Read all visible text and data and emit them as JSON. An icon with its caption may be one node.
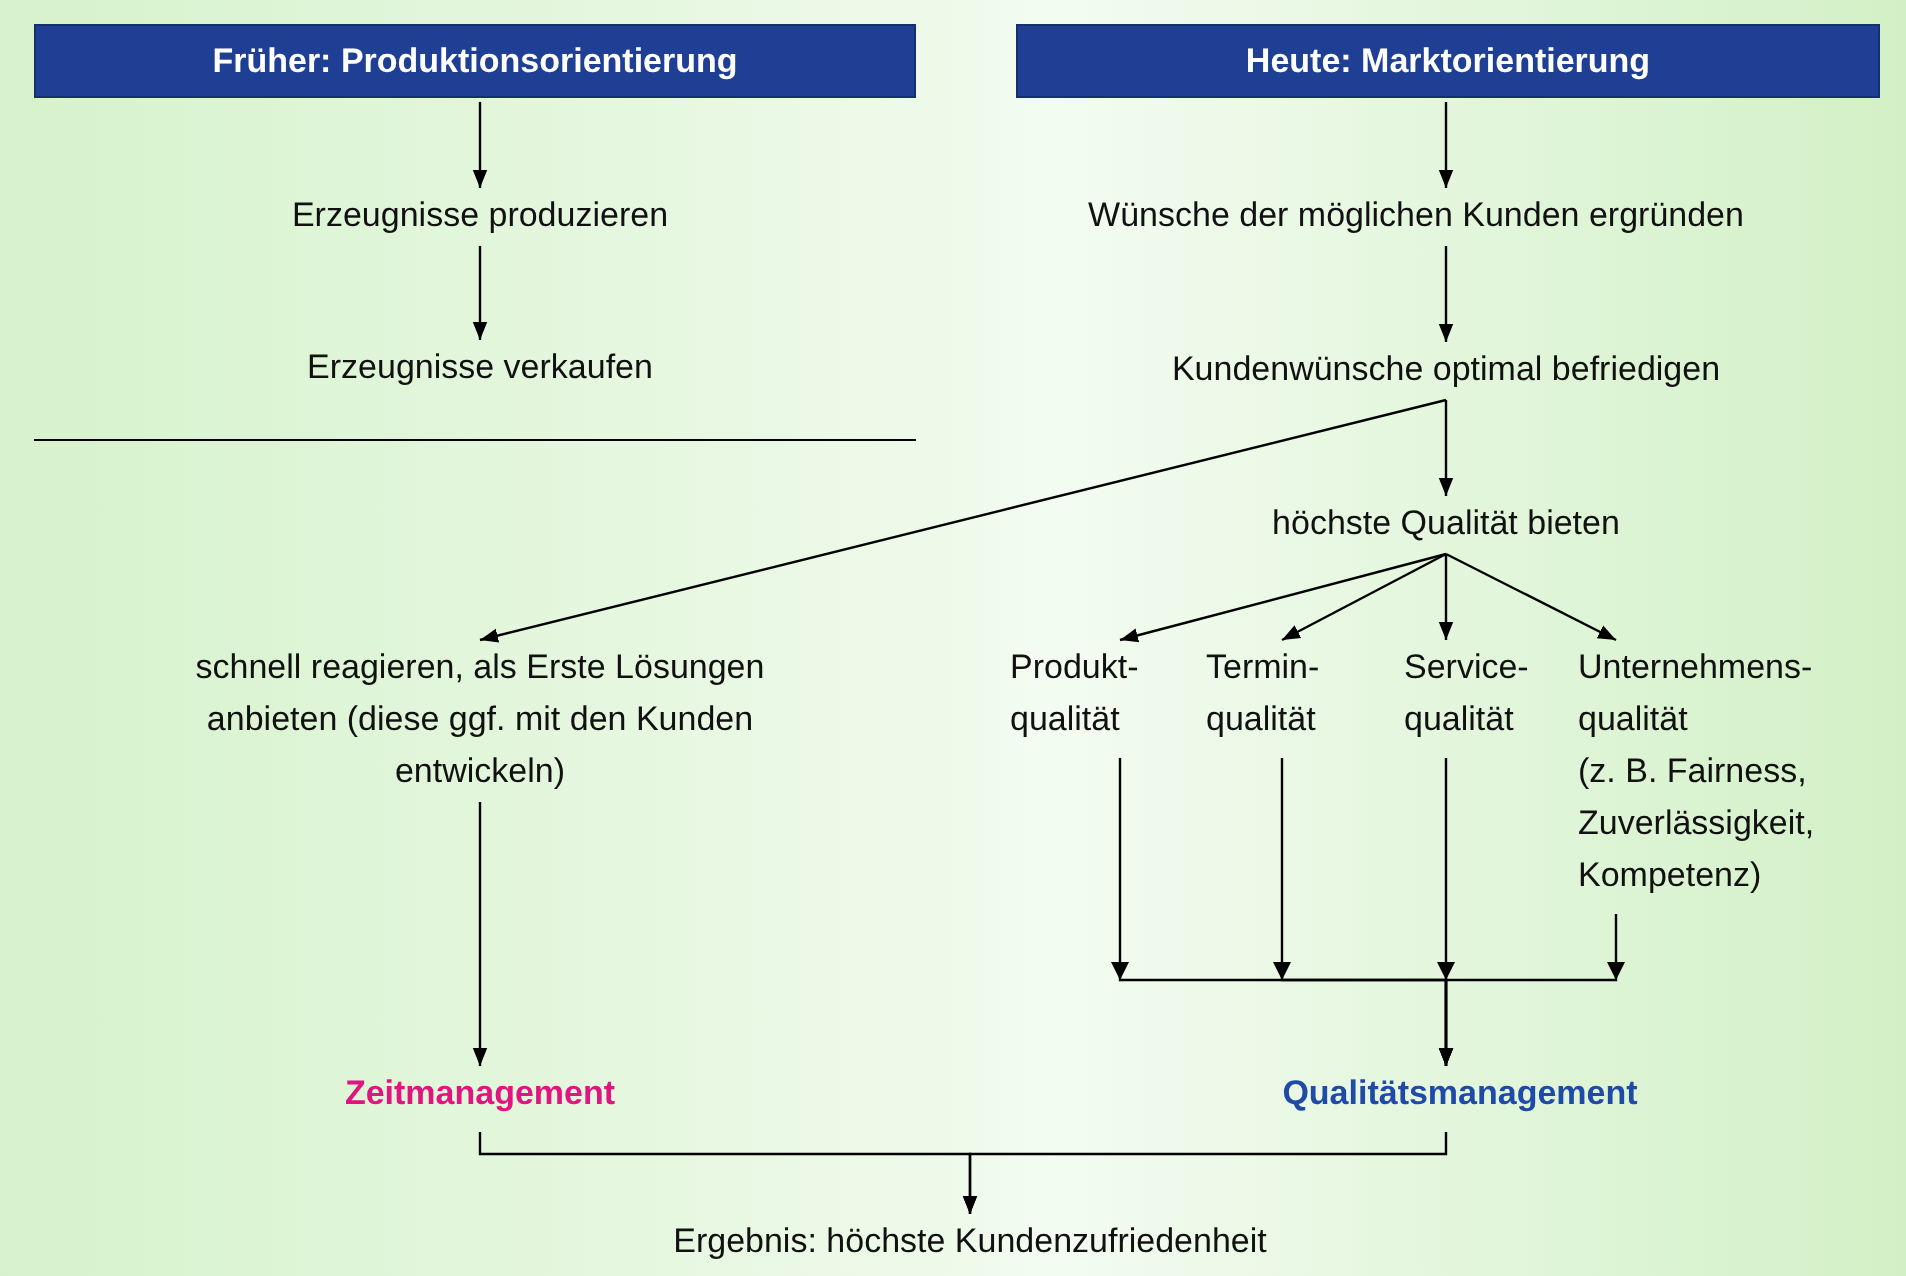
{
  "diagram": {
    "nodes": [
      {
        "text": [
          "Früher: Produktionsorientierung"
        ]
      },
      {
        "text": [
          "Erzeugnisse produzieren"
        ]
      },
      {
        "text": [
          "Erzeugnisse verkaufen"
        ]
      },
      {
        "text": [
          "Heute: Marktorientierung"
        ]
      },
      {
        "text": [
          "Wünsche der möglichen Kunden ergründen"
        ]
      },
      {
        "text": [
          "Kundenwünsche optimal befriedigen"
        ]
      },
      {
        "text": [
          "höchste Qualität bieten"
        ]
      },
      {
        "text": [
          "schnell reagieren, als Erste Lösungen anbieten (diese ggf. mit den Kunden entwickeln)"
        ]
      },
      {
        "text": [
          "Produkt- qualität"
        ]
      },
      {
        "text": [
          "Termin- qualität"
        ]
      },
      {
        "text": [
          "Service- qualität"
        ]
      },
      {
        "text": [
          "Unternehmens- qualität",
          "(z. B. Fairness, Zuverlässigkeit, Kompetenz)"
        ]
      },
      {
        "text": [
          "Zeitmanagement"
        ]
      },
      {
        "text": [
          "Qualitätsmanagement"
        ]
      },
      {
        "text": [
          "Ergebnis: höchste Kundenzufriedenheit"
        ]
      }
    ],
    "edges": [
      {
        "from": 0,
        "to": 1,
        "arrow": "to"
      },
      {
        "from": 1,
        "to": 2,
        "arrow": "to"
      },
      {
        "from": 3,
        "to": 4,
        "arrow": "to"
      },
      {
        "from": 4,
        "to": 5,
        "arrow": "to"
      },
      {
        "from": 5,
        "to": 6,
        "arrow": "to"
      },
      {
        "from": 5,
        "to": 7,
        "arrow": "to"
      },
      {
        "from": 6,
        "to": 8,
        "arrow": "to"
      },
      {
        "from": 6,
        "to": 9,
        "arrow": "to"
      },
      {
        "from": 6,
        "to": 10,
        "arrow": "to"
      },
      {
        "from": 6,
        "to": 11,
        "arrow": "to"
      },
      {
        "from": 7,
        "to": 12,
        "arrow": "to"
      },
      {
        "from": 8,
        "to": 13,
        "arrow": "to"
      },
      {
        "from": 9,
        "to": 13,
        "arrow": "to"
      },
      {
        "from": 10,
        "to": 13,
        "arrow": "to"
      },
      {
        "from": 11,
        "to": 13,
        "arrow": "to"
      },
      {
        "from": 12,
        "to": 14,
        "arrow": "to"
      },
      {
        "from": 13,
        "to": 14,
        "arrow": "to"
      }
    ]
  }
}
